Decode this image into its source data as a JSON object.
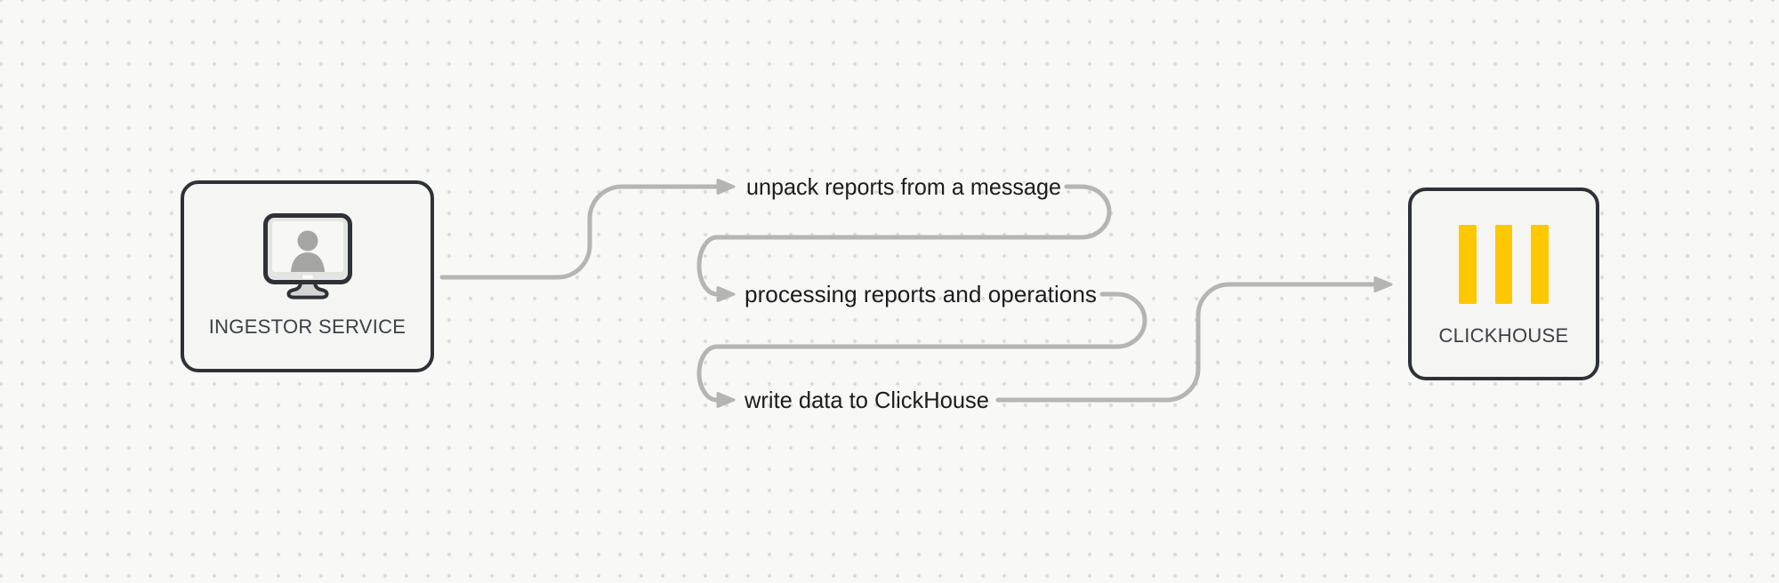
{
  "diagram": {
    "nodes": {
      "ingestor": {
        "label": "INGESTOR SERVICE",
        "icon": "monitor-user-icon"
      },
      "clickhouse": {
        "label": "CLICKHOUSE",
        "icon": "clickhouse-logo-icon"
      }
    },
    "steps": [
      {
        "label": "unpack reports from a message"
      },
      {
        "label": "processing reports and operations"
      },
      {
        "label": "write data to ClickHouse"
      }
    ],
    "colors": {
      "connector": "#b5b5b5",
      "node_border": "#2e3236",
      "node_fill": "#f5f5f3",
      "clickhouse_yellow": "#fdc800",
      "flow_text": "#1d1d1f",
      "node_label_text": "#3c4045",
      "background": "#f8f8f6",
      "dot_grid": "#dbdbd9"
    }
  }
}
